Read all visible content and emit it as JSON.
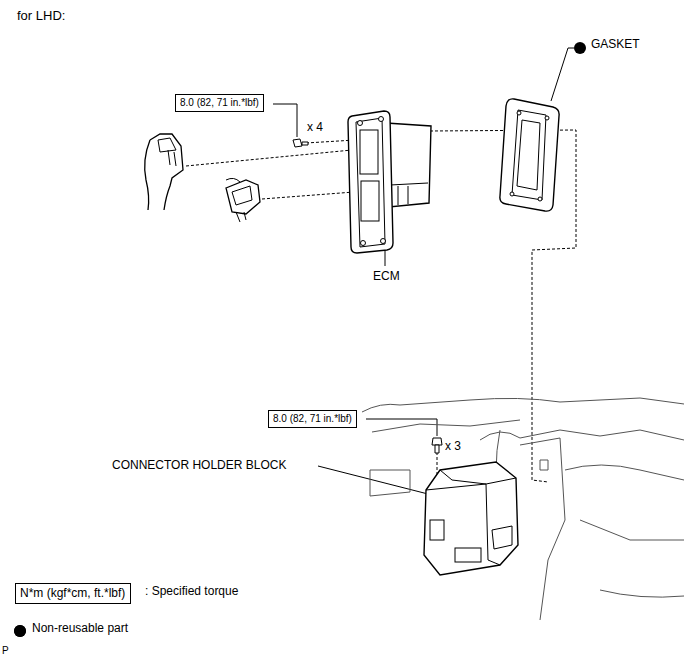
{
  "diagram": {
    "title": "for LHD:",
    "nodes": [
      {
        "text": [
          "8.0 (82, 71 in.*lbf)"
        ]
      },
      {
        "text": [
          "8.0 (82, 71 in.*lbf)"
        ]
      },
      {
        "text": [
          "N*m (kgf*cm, ft.*lbf)"
        ]
      }
    ],
    "labels": [
      "GASKET",
      "x 4",
      "ECM",
      "x 3",
      "CONNECTOR HOLDER BLOCK",
      ": Specified torque",
      "P"
    ],
    "legend": [
      {
        "text": "Non-reusable part",
        "color": "#000000"
      }
    ]
  }
}
